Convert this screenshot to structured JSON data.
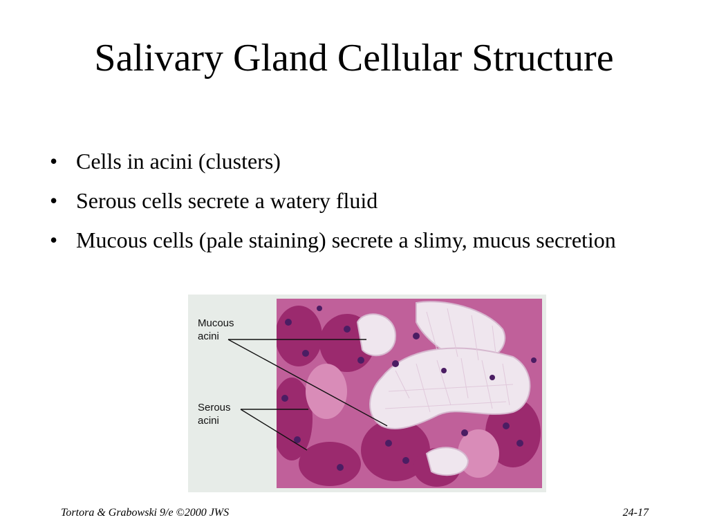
{
  "slide": {
    "title": "Salivary Gland Cellular Structure",
    "bullets": [
      "Cells in acini (clusters)",
      "Serous cells secrete a watery fluid",
      "Mucous cells (pale staining) secrete a slimy, mucus secretion"
    ],
    "bullet_glyph": "•"
  },
  "figure": {
    "labels": {
      "mucous_line1": "Mucous",
      "mucous_line2": "acini",
      "serous_line1": "Serous",
      "serous_line2": "acini"
    },
    "colors": {
      "tissue_pink": "#c0609a",
      "serous_purple": "#9b2a6e",
      "mucous_pale": "#efe6ee",
      "nucleus": "#4b1d63",
      "panel_bg": "#e7ece8"
    }
  },
  "footer": {
    "left": "Tortora & Grabowski 9/e ©2000 JWS",
    "right": "24-17"
  }
}
